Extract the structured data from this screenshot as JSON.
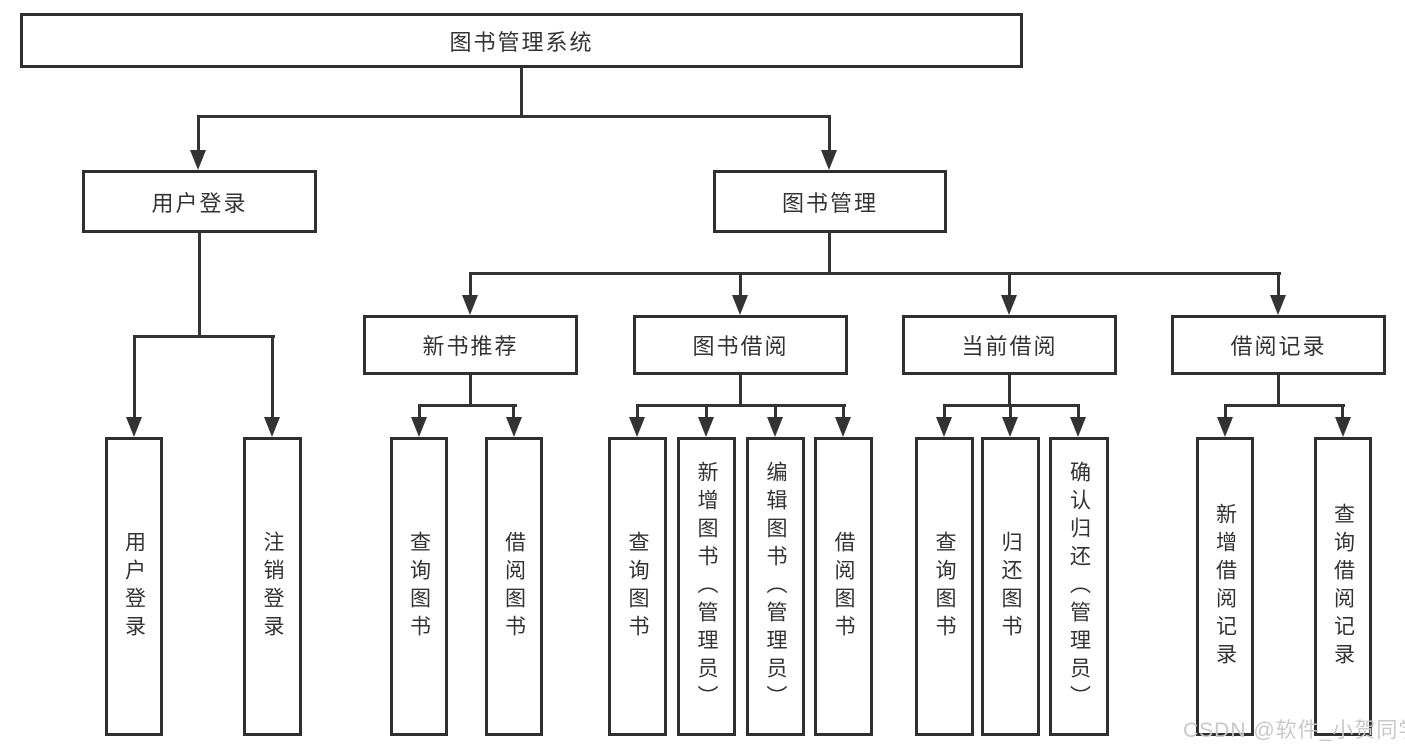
{
  "diagram": {
    "tree": {
      "root": {
        "label": "图书管理系统"
      },
      "branches": [
        {
          "label": "用户登录",
          "children": [
            {
              "label": "用户登录"
            },
            {
              "label": "注销登录"
            }
          ]
        },
        {
          "label": "图书管理",
          "children": [
            {
              "label": "新书推荐",
              "children": [
                {
                  "label": "查询图书"
                },
                {
                  "label": "借阅图书"
                }
              ]
            },
            {
              "label": "图书借阅",
              "children": [
                {
                  "label": "查询图书"
                },
                {
                  "label": "新增图书（管理员）"
                },
                {
                  "label": "编辑图书（管理员）"
                },
                {
                  "label": "借阅图书"
                }
              ]
            },
            {
              "label": "当前借阅",
              "children": [
                {
                  "label": "查询图书"
                },
                {
                  "label": "归还图书"
                },
                {
                  "label": "确认归还（管理员）"
                }
              ]
            },
            {
              "label": "借阅记录",
              "children": [
                {
                  "label": "新增借阅记录"
                },
                {
                  "label": "查询借阅记录"
                }
              ]
            }
          ]
        }
      ]
    }
  },
  "watermark": {
    "text": "CSDN @软件_小贺同学"
  },
  "colors": {
    "line": "#333333",
    "box_border": "#2f2f2f",
    "box_fill": "#ffffff",
    "text": "#333333",
    "watermark": "#c8c8c8"
  }
}
